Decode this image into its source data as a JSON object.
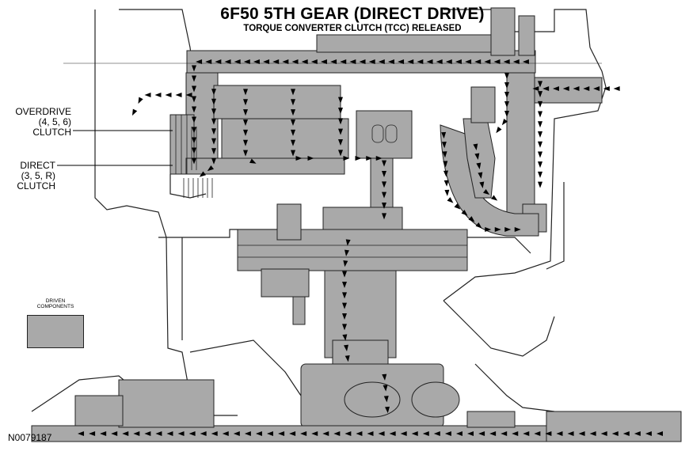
{
  "diagram": {
    "title": "6F50 5TH GEAR (DIRECT DRIVE)",
    "subtitle": "TORQUE CONVERTER CLUTCH (TCC) RELEASED",
    "labels": {
      "overdrive": [
        "OVERDRIVE",
        "(4, 5, 6)",
        "CLUTCH"
      ],
      "direct": [
        "DIRECT",
        "(3, 5, R)",
        "CLUTCH"
      ]
    },
    "legend": {
      "caption_line1": "DRIVEN",
      "caption_line2": "COMPONENTS"
    },
    "reference": "N0079187",
    "colors": {
      "driven": "#a9a9a9",
      "line": "#222222",
      "arrow": "#000000",
      "background": "#ffffff"
    }
  }
}
